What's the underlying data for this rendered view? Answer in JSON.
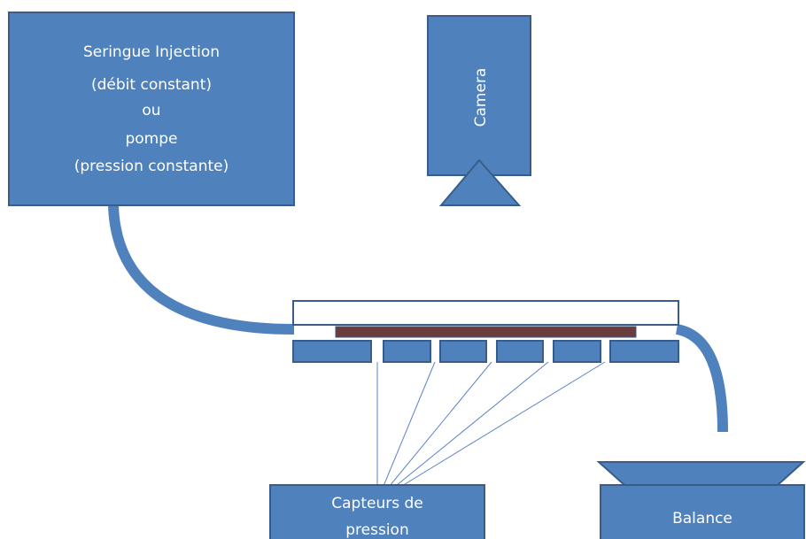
{
  "diagram": {
    "syringe_box": {
      "lines": [
        "Seringue Injection",
        "(débit constant)",
        "ou",
        "pompe",
        "(pression constante)"
      ]
    },
    "camera_box": {
      "label": "Camera"
    },
    "sensors_box": {
      "lines": [
        "Capteurs de",
        "pression"
      ]
    },
    "balance_box": {
      "label": "Balance"
    }
  },
  "colors": {
    "box_fill": "#4f81bd",
    "box_stroke": "#385d8a",
    "text": "#ffffff",
    "tube": "#4f81bd",
    "sample_layer": "#6b3c3c",
    "sensor_lines": "#5b83c6",
    "cover_plate": "#ffffff",
    "cover_stroke": "#385d8a"
  },
  "icons": {
    "camera_lens": "triangle",
    "balance_pan": "trapezoid"
  }
}
